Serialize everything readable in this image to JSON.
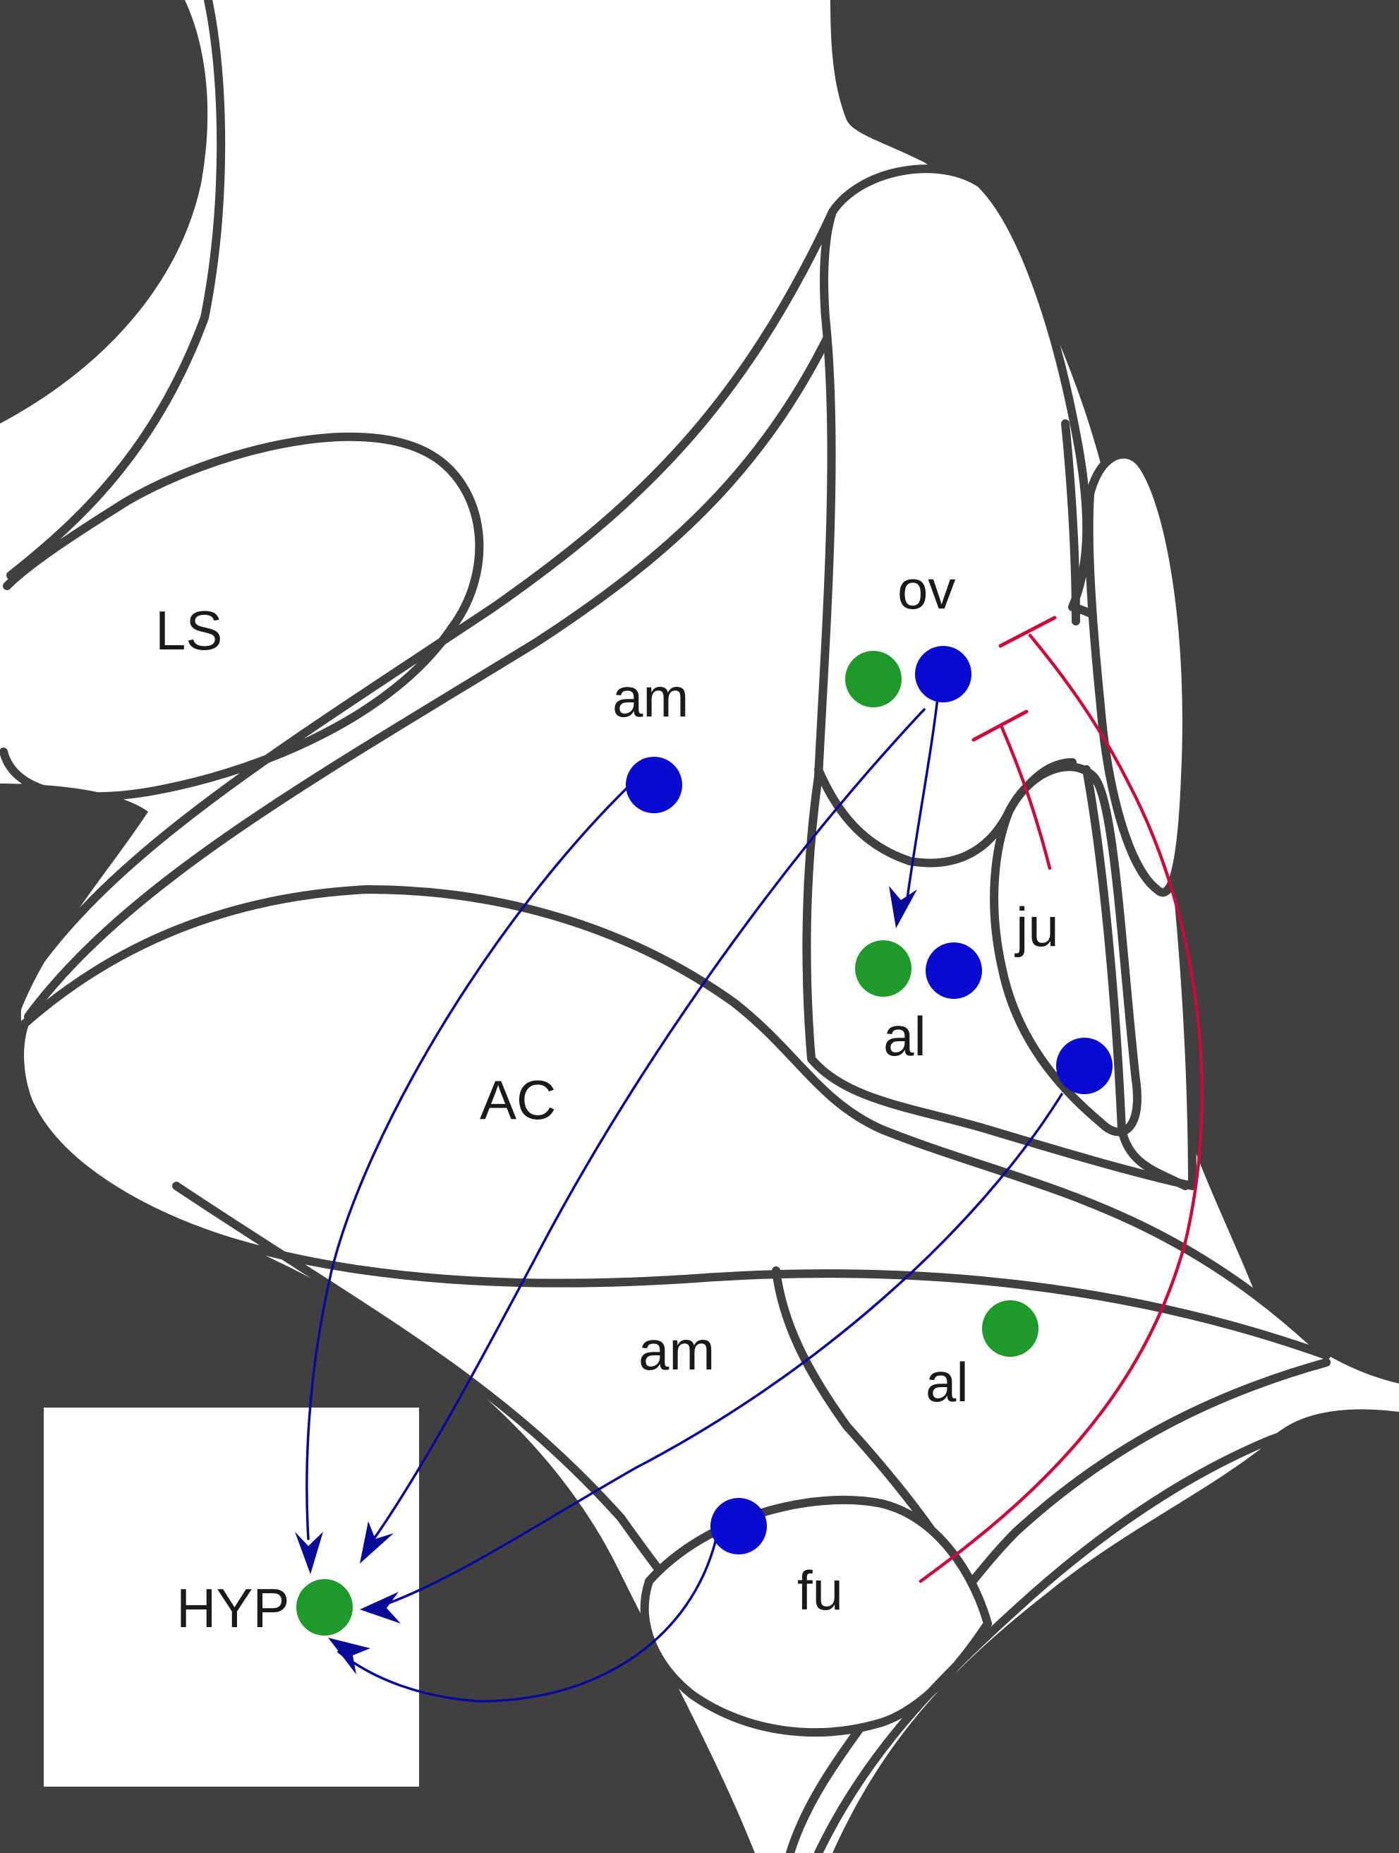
{
  "colors": {
    "background": "#ffffff",
    "tissue_dark": "#404040",
    "outline": "#404040",
    "neuron_green": "#1e9a2a",
    "neuron_blue": "#0a0ad0",
    "projection_blue": "#0a0a99",
    "inhibitory_red": "#cc0a3c"
  },
  "labels": {
    "ls": "LS",
    "am_upper": "am",
    "ov": "ov",
    "ju": "ju",
    "al_upper": "al",
    "ac": "AC",
    "am_lower": "am",
    "al_lower": "al",
    "fu": "fu",
    "hyp": "HYP"
  },
  "neurons": [
    {
      "id": "ov-green",
      "region": "ov",
      "color": "green"
    },
    {
      "id": "ov-blue",
      "region": "ov",
      "color": "blue"
    },
    {
      "id": "am-upper-blue",
      "region": "am_upper",
      "color": "blue"
    },
    {
      "id": "al-upper-green",
      "region": "al_upper",
      "color": "green"
    },
    {
      "id": "al-upper-blue",
      "region": "al_upper",
      "color": "blue"
    },
    {
      "id": "ju-blue",
      "region": "ju",
      "color": "blue"
    },
    {
      "id": "al-lower-green",
      "region": "al_lower",
      "color": "green"
    },
    {
      "id": "fu-blue",
      "region": "fu",
      "color": "blue"
    },
    {
      "id": "hyp-green",
      "region": "hyp",
      "color": "green"
    }
  ],
  "projections": [
    {
      "from": "ov-blue",
      "to": "al-upper",
      "type": "excitatory"
    },
    {
      "from": "am-upper-blue",
      "to": "hyp-green",
      "type": "excitatory"
    },
    {
      "from": "ov-blue",
      "to": "hyp-green",
      "type": "excitatory"
    },
    {
      "from": "ju-blue",
      "to": "hyp-green",
      "type": "excitatory"
    },
    {
      "from": "fu-blue",
      "to": "hyp-green",
      "type": "excitatory"
    },
    {
      "from": "ju",
      "to": "ov",
      "type": "inhibitory"
    },
    {
      "from": "fu",
      "to": "ov",
      "type": "inhibitory"
    }
  ]
}
